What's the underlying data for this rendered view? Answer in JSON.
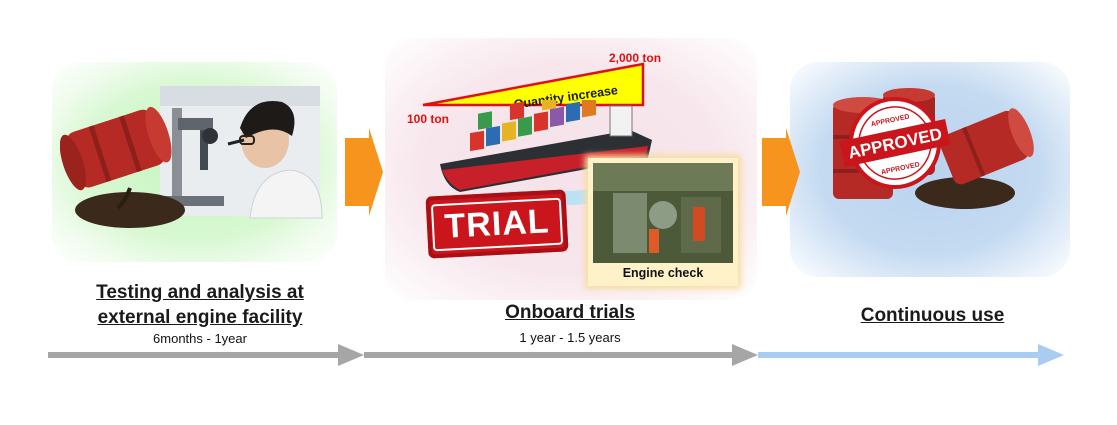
{
  "steps": [
    {
      "title_line1": "Testing and analysis at",
      "title_line2": "external engine facility",
      "duration": "6months  -  1year"
    },
    {
      "title": "Onboard trials",
      "duration": "1 year  - 1.5 years"
    },
    {
      "title": "Continuous use"
    }
  ],
  "quantity": {
    "label": "Quantity increase",
    "start": "100 ton",
    "end": "2,000 ton"
  },
  "trial_stamp": "TRIAL",
  "approved_stamp": {
    "main": "APPROVED",
    "ring_top": "APPROVED",
    "ring_bottom": "APPROVED"
  },
  "engine_caption": "Engine check",
  "colors": {
    "step_arrow": "#f7941d",
    "timeline_gray": "#a6a6a6",
    "timeline_blue": "#a8cdf0",
    "stamp_red": "#c9151b",
    "barrel_red": "#b52a24"
  }
}
